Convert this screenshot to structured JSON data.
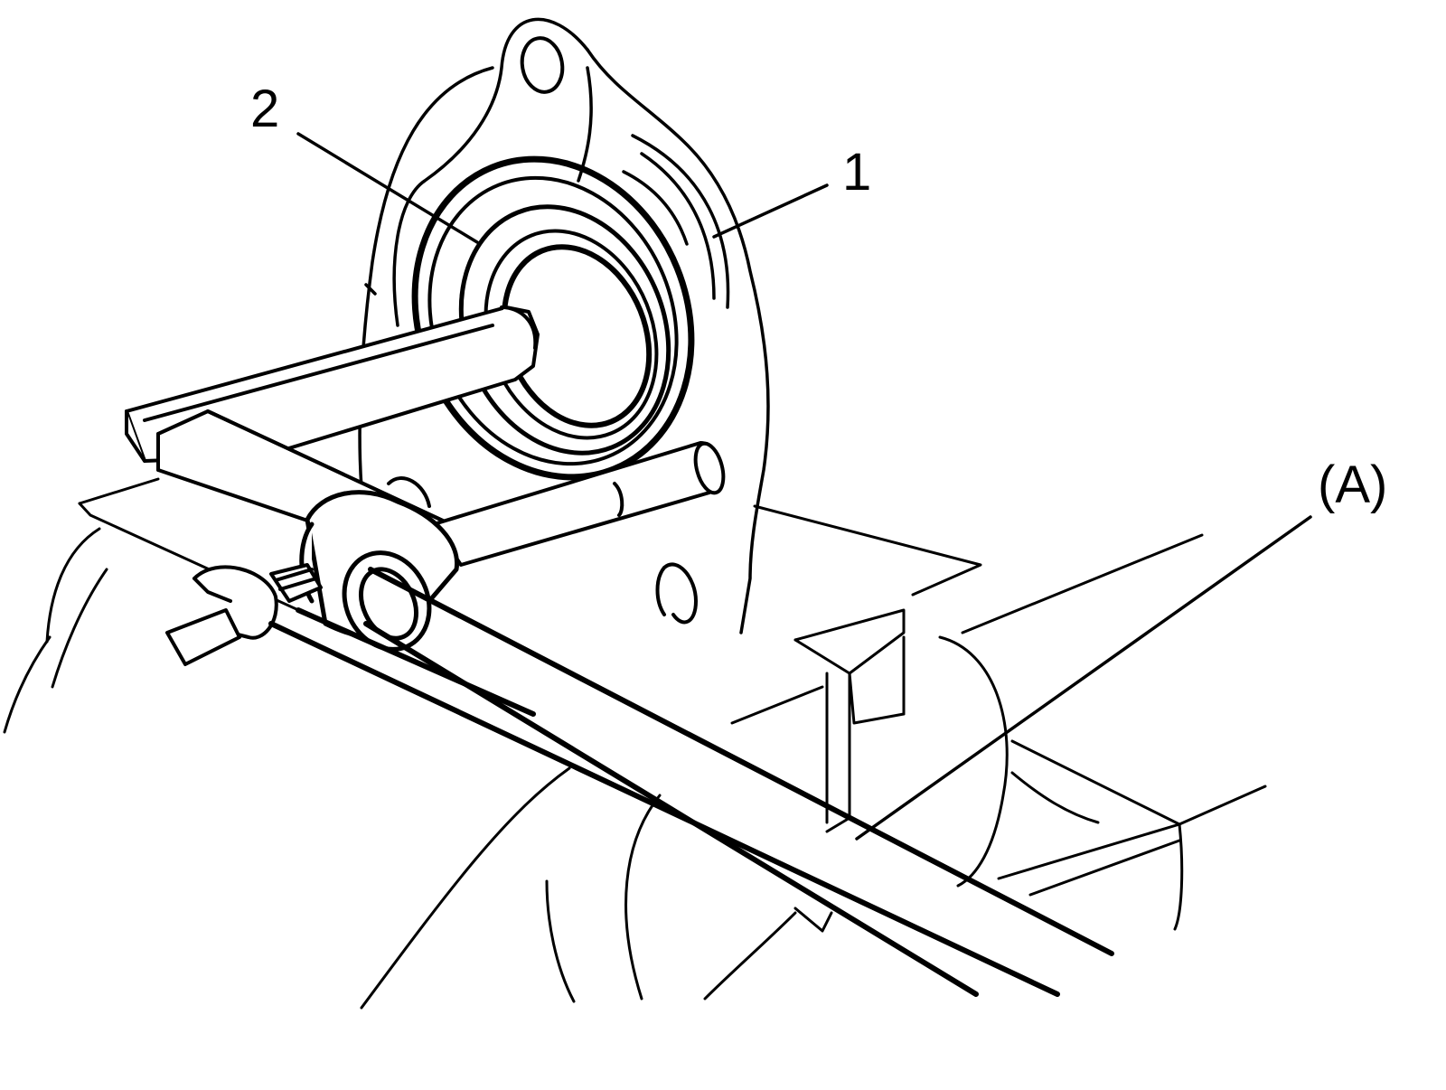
{
  "callouts": {
    "part_1": "1",
    "part_2": "2",
    "tool_a": "(A)"
  },
  "colors": {
    "ink": "#000000",
    "paper": "#ffffff"
  }
}
